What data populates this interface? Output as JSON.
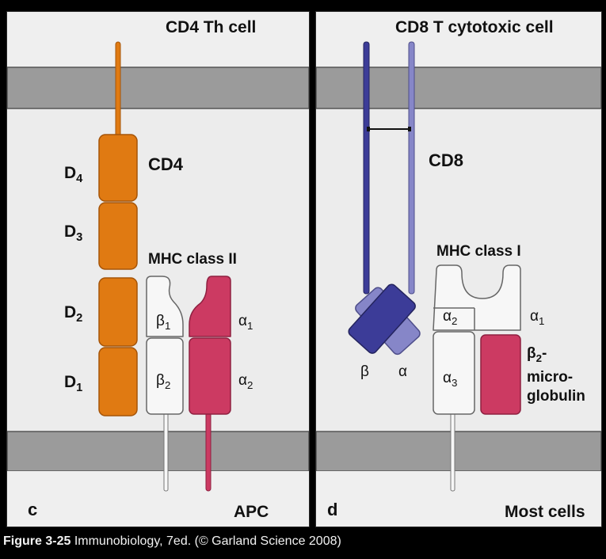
{
  "panel_c": {
    "letter": "c",
    "top_cell_label": "CD4 Th cell",
    "bottom_cell_label": "APC",
    "cd4_label": "CD4",
    "mhc_label": "MHC class II",
    "domains": [
      "D4",
      "D3",
      "D2",
      "D1"
    ],
    "beta_domains": [
      "β1",
      "β2"
    ],
    "alpha_domains": [
      "α1",
      "α2"
    ]
  },
  "panel_d": {
    "letter": "d",
    "top_cell_label": "CD8 T cytotoxic cell",
    "bottom_cell_label": "Most cells",
    "cd8_label": "CD8",
    "mhc_label": "MHC class I",
    "chain_labels": [
      "β",
      "α"
    ],
    "alpha_domains": [
      "α2",
      "α1",
      "α3"
    ],
    "b2m_label_lines": [
      "β2-",
      "micro-",
      "globulin"
    ]
  },
  "footer": {
    "figure": "Figure 3-25",
    "book": "Immunobiology, 7ed.",
    "copyright": "(© Garland Science 2008)"
  },
  "colors": {
    "cd4": "#e07a12",
    "mhc_alpha": "#cc3a62",
    "mhc_beta": "#f7f7f7",
    "cd8_beta": "#3c3c98",
    "cd8_alpha": "#8686c8",
    "membrane": "#9b9b9b"
  }
}
